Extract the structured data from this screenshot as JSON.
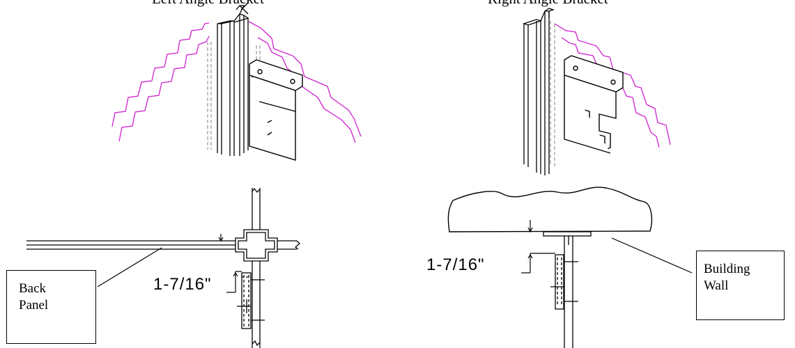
{
  "header_fragments": {
    "left": "Left Angle Bracket",
    "right": "Right Angle Bracket"
  },
  "labels": {
    "back_panel": [
      "Back",
      "Panel"
    ],
    "building_wall": [
      "Building",
      "Wall"
    ]
  },
  "dimensions": {
    "left": "1-7/16\"",
    "right": "1-7/16\""
  },
  "colors": {
    "outline": "#000000",
    "wall_section": "#d020d0",
    "hidden_lines": "#808080"
  }
}
